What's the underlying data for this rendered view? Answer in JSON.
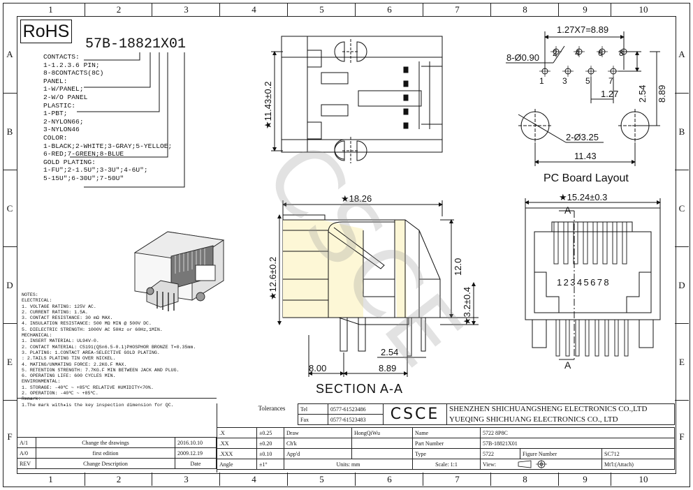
{
  "zones": {
    "cols": [
      "1",
      "2",
      "3",
      "4",
      "5",
      "6",
      "7",
      "8",
      "9",
      "10"
    ],
    "rows": [
      "A",
      "B",
      "C",
      "D",
      "E",
      "F"
    ]
  },
  "rohs": "RoHS",
  "part_code": "57B-18821X01",
  "spec_lines": [
    "CONTACTS:",
    "1-1.2.3.6 PIN;",
    "8-8CONTACTS(8C)",
    "PANEL:",
    "1-W/PANEL;",
    "2-W/O PANEL",
    "PLASTIC:",
    "1-PBT;",
    "2-NYLON66;",
    "3-NYLON46",
    "COLOR:",
    "1-BLACK;2-WHITE;3-GRAY;5-YELLOE;",
    "6-RED;7-GREEN;8-BLUE",
    "GOLD PLATING:",
    "1-FU\";2-1.5U\";3-3U\";4-6U\";",
    "5-15U\";6-30U\";7-50U\""
  ],
  "notes": [
    "NOTES:",
    "ELECTRICAL:",
    "1. VOLTAGE RATING: 125V AC.",
    "2. CURRENT RATING: 1.5A.",
    "3. CONTACT RESISTANCE: 30 mΩ MAX.",
    "4. INSULATION RESISTANCE: 500 MΩ MIN @ 500V DC.",
    "5. DIELECTRIC STRENGTH: 1000V AC 50Hz or 60Hz,1MIN.",
    "MECHANICAL:",
    "1. INSERT MATERIAL: UL94V-0.",
    "2. CONTACT MATERIAL: C5191(QSn6.5-0.1)PHOSPHOR BRONZE T=0.35mm.",
    "3. PLATING: 1.CONTACT AREA-SELECTIVE GOLD PLATING.",
    "        : 2.TAILS PLATING TIN OVER NICKEL.",
    "4. MATING/UNMATING FORCE: 2.2KG.F MAX.",
    "5. RETENTION STRENGTH: 7.7KG.F MIN BETWEEN JACK AND PLUG.",
    "6. OPERATING LIFE: 600 CYCLES MIN.",
    "ENVIRONMENTAL:",
    "1. STORAGE: -40℃ ~ +85℃ RELATIVE HUMIDITY<70%.",
    "2. OPERATION: -40℃ ~ +85℃.",
    "Remark:",
    "1.The mark with★is the key inspection dimension for QC."
  ],
  "dims": {
    "pitch": "1.27X7=8.89",
    "hole8": "8-Ø0.90",
    "hole2": "2-Ø3.25",
    "d127": "1.27",
    "d254": "2.54",
    "d889v": "8.89",
    "d1143": "11.43",
    "pcb_title": "PC Board Layout",
    "top_h": "★11.43±0.2",
    "side_w": "★18.26",
    "side_h": "★12.6±0.2",
    "side_12": "12.0",
    "side_32": "★3.2±0.4",
    "side_254": "2.54",
    "side_800": "8.00",
    "side_889": "8.89",
    "section": "SECTION A-A",
    "front_w": "★15.24±0.3",
    "front_A": "A",
    "front_pins": "12345678"
  },
  "pin_labels_top": [
    "2",
    "4",
    "6",
    "8"
  ],
  "pin_labels_bot": [
    "1",
    "3",
    "5",
    "7"
  ],
  "watermark": "CSCE",
  "title_block": {
    "tolerances": "Tolerances",
    "tol_rows": [
      [
        ".X",
        "±0.25"
      ],
      [
        ".XX",
        "±0.20"
      ],
      [
        ".XXX",
        "±0.10"
      ],
      [
        "Angle",
        "±1°"
      ]
    ],
    "tel_label": "Tel",
    "tel": "0577-61523486",
    "fax_label": "Fax",
    "fax": "0577-61523483",
    "logo": "CSCE",
    "company1": "SHENZHEN SHICHUANGSHENG ELECTRONICS CO.,LTD",
    "company2": "YUEQING SHICHUANG ELECTRONICS CO., LTD",
    "draw": "Draw",
    "drawer": "HongQiWu",
    "chk": "Ch'k",
    "appd": "App'd",
    "name_label": "Name",
    "name": "5722 8P8C",
    "part_label": "Part Number",
    "part": "57B-18821X01",
    "type_label": "Type",
    "type": "5722",
    "figure_label": "Figure Number",
    "figure": "SC712",
    "units": "Units: mm",
    "scale": "Scale: 1:1",
    "view": "View:",
    "mtl": "Mt'l:(Attach)",
    "rev_rows": [
      [
        "A/1",
        "Change the drawings",
        "2016.10.10"
      ],
      [
        "A/0",
        "first edition",
        "2009.12.19"
      ]
    ],
    "rev_hdr": [
      "REV",
      "Change Description",
      "Date"
    ]
  }
}
